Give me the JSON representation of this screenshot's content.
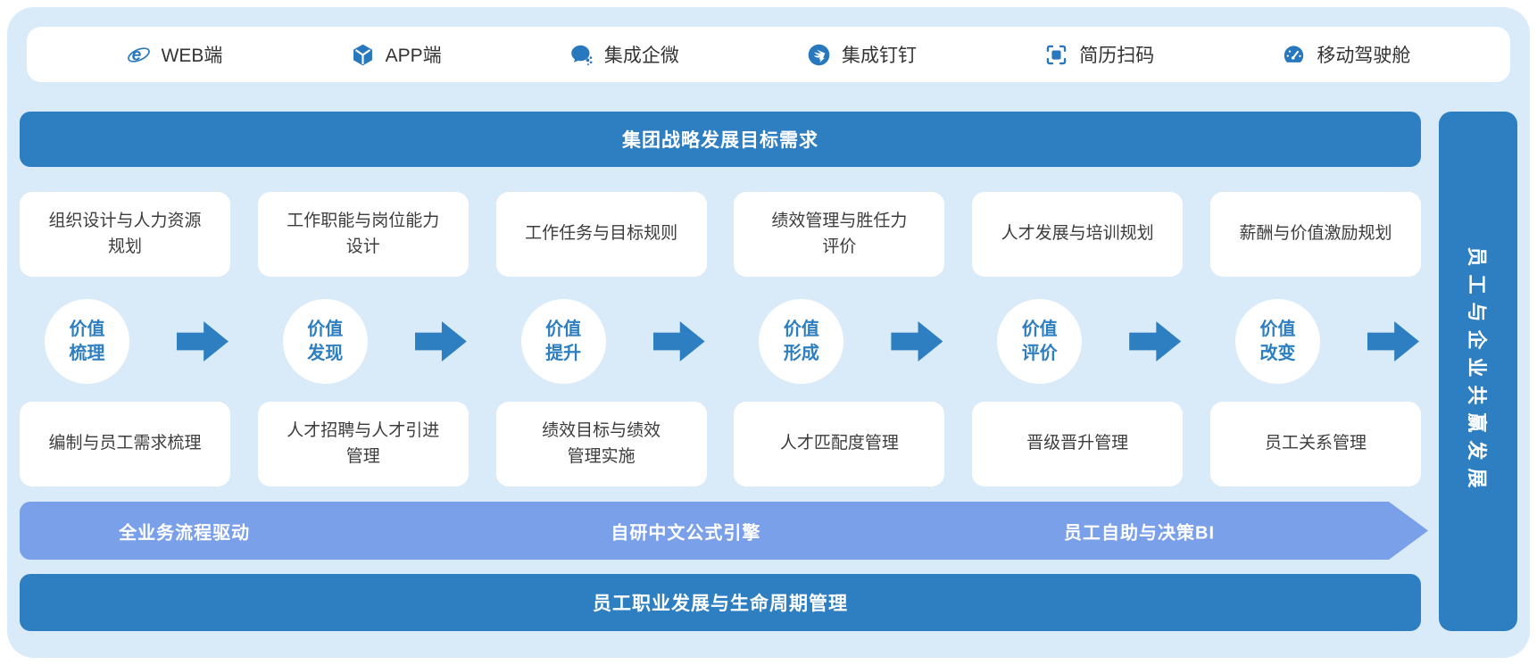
{
  "colors": {
    "primary_blue": "#2e7fc1",
    "panel_background": "#d9eaf8",
    "ribbon_periwinkle": "#7ba0ea",
    "card_text": "#3d3d3d",
    "white": "#ffffff"
  },
  "top_bar": {
    "items": [
      {
        "label": "WEB端",
        "icon": "ie-browser-icon"
      },
      {
        "label": "APP端",
        "icon": "app-cube-icon"
      },
      {
        "label": "集成企微",
        "icon": "wecom-chat-icon"
      },
      {
        "label": "集成钉钉",
        "icon": "dingtalk-icon"
      },
      {
        "label": "简历扫码",
        "icon": "resume-scan-icon"
      },
      {
        "label": "移动驾驶舱",
        "icon": "mobile-dashboard-icon"
      }
    ]
  },
  "top_banner": {
    "label": "集团战略发展目标需求"
  },
  "columns": [
    {
      "top_card": [
        "组织设计与人力资源",
        "规划"
      ],
      "circle": [
        "价值",
        "梳理"
      ],
      "bottom_card": [
        "编制与员工需求梳理"
      ]
    },
    {
      "top_card": [
        "工作职能与岗位能力",
        "设计"
      ],
      "circle": [
        "价值",
        "发现"
      ],
      "bottom_card": [
        "人才招聘与人才引进",
        "管理"
      ]
    },
    {
      "top_card": [
        "工作任务与目标规则"
      ],
      "circle": [
        "价值",
        "提升"
      ],
      "bottom_card": [
        "绩效目标与绩效",
        "管理实施"
      ]
    },
    {
      "top_card": [
        "绩效管理与胜任力",
        "评价"
      ],
      "circle": [
        "价值",
        "形成"
      ],
      "bottom_card": [
        "人才匹配度管理"
      ]
    },
    {
      "top_card": [
        "人才发展与培训规划"
      ],
      "circle": [
        "价值",
        "评价"
      ],
      "bottom_card": [
        "晋级晋升管理"
      ]
    },
    {
      "top_card": [
        "薪酬与价值激励规划"
      ],
      "circle": [
        "价值",
        "改变"
      ],
      "bottom_card": [
        "员工关系管理"
      ]
    }
  ],
  "arrow_banner": {
    "labels": [
      "全业务流程驱动",
      "自研中文公式引擎",
      "员工自助与决策BI"
    ]
  },
  "bottom_banner": {
    "label": "员工职业发展与生命周期管理"
  },
  "right_bar": {
    "label": "员工与企业共赢发展"
  }
}
